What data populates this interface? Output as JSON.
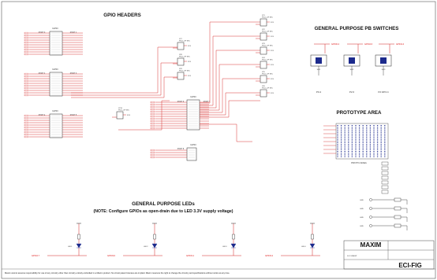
{
  "headings": {
    "gpio_headers": "GPIO HEADERS",
    "pb_switches": "GENERAL PURPOSE PB SWITCHES",
    "prototype": "PROTOTYPE AREA",
    "leds": "GENERAL PURPOSE LEDs",
    "leds_note": "(NOTE: Configure GPIOs as open-drain due to LED 3.3V supply voltage)"
  },
  "headers": [
    {
      "name": "GPIO",
      "left": "PORT 0",
      "right": "PORT 1"
    },
    {
      "name": "GPIO",
      "left": "PORT 2",
      "right": "PORT 3"
    },
    {
      "name": "GPIO",
      "left": "PORT 4",
      "right": "PORT 5"
    },
    {
      "name": "GPIO",
      "left": "PORT 6",
      "right": "PORT 7"
    },
    {
      "name": "GPIO",
      "left": "PORT 8",
      "right": ""
    }
  ],
  "pullup_label": "PULL-UP SEL",
  "pullups": [
    "JP1",
    "JP2",
    "JP3",
    "JP4",
    "JP5",
    "JP6",
    "JP7",
    "JP8",
    "JP9",
    "JP10"
  ],
  "rail": "3V3",
  "switches": [
    {
      "net": "GPIO0.4",
      "ref": "SW1",
      "label": "P0.4"
    },
    {
      "net": "GPIO2.6",
      "ref": "SW2",
      "label": "P2.6"
    },
    {
      "net": "GPIO4.4",
      "ref": "SW3",
      "label": "P2.6/P4.4"
    }
  ],
  "proto_label": "PROTO AREA",
  "gnd_labels": [
    "GND",
    "GND",
    "GND",
    "GND"
  ],
  "leds": [
    {
      "ref": "LED1",
      "net": "GPIO2.7"
    },
    {
      "ref": "LED2",
      "net": "GPIO3.0"
    },
    {
      "ref": "LED3",
      "net": "GPIO3.1"
    },
    {
      "ref": "LED4",
      "net": "GPIO3.2"
    }
  ],
  "footer": {
    "disclaimer": "Maxim cannot assume responsibility for use of any circuitry other than circuitry entirely embodied in a Maxim product. No circuit patent licenses are implied. Maxim reserves the right to change the circuitry and specifications without notice at any time.",
    "doc": "DOCUMENT",
    "title": "ECI-FIG",
    "company": "MAXIM"
  },
  "colors": {
    "wire": "#d42020",
    "ink": "#222222",
    "block": "#1c2a8c"
  }
}
